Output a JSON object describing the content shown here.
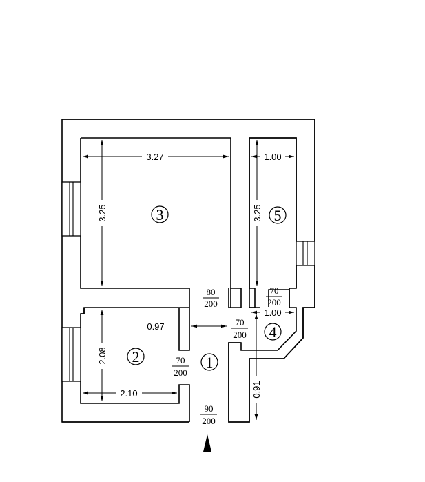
{
  "rooms": [
    {
      "id": "1",
      "label": "1"
    },
    {
      "id": "2",
      "label": "2"
    },
    {
      "id": "3",
      "label": "3"
    },
    {
      "id": "4",
      "label": "4"
    },
    {
      "id": "5",
      "label": "5"
    }
  ],
  "dimensions": {
    "room3_width": "3.27",
    "room3_height": "3.25",
    "room5_width": "1.00",
    "room5_height": "3.25",
    "room2_width": "2.10",
    "room2_height": "2.08",
    "corridor_width": "0.97",
    "room4_width": "1.00",
    "room4_height": "0.91"
  },
  "doors": {
    "door_3": {
      "num": "80",
      "den": "200"
    },
    "door_5": {
      "num": "70",
      "den": "200"
    },
    "door_4": {
      "num": "70",
      "den": "200"
    },
    "door_2": {
      "num": "70",
      "den": "200"
    },
    "door_entry": {
      "num": "90",
      "den": "200"
    }
  }
}
